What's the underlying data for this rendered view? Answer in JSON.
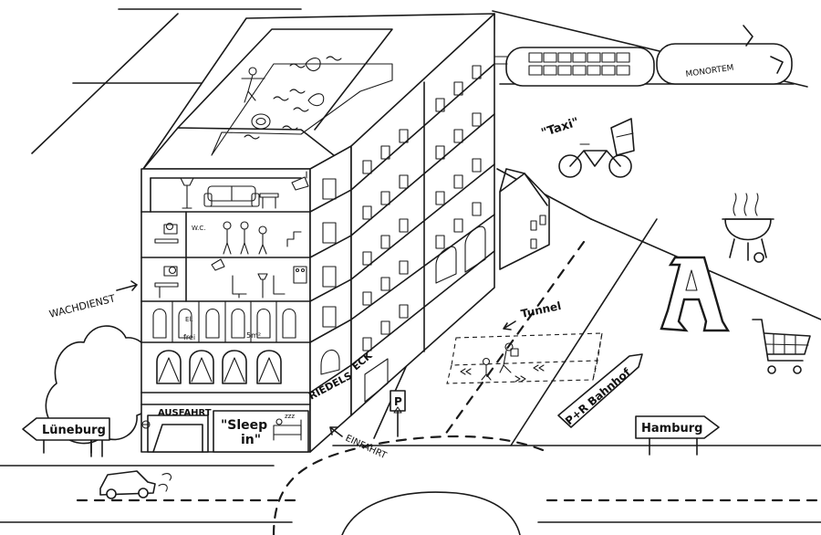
{
  "labels": {
    "wachdienst": "WACHDIENST",
    "lueneburg": "Lüneburg",
    "hamburg": "Hamburg",
    "ausfahrt": "AUSFAHRT",
    "einfahrt": "EINFAHRT",
    "sleep_line1": "\"Sleep",
    "sleep_line2": "in\"",
    "riedels": "RIEDELS",
    "eck": "ECK",
    "tunnel": "Tunnel",
    "taxi": "\"Taxi\"",
    "monortem": "MONORTEM",
    "pr_bahnhof": "P+R Bahnhof",
    "wc": "W.C.",
    "frei_line1": "El.",
    "frei_line2": "frei",
    "area": "5m²",
    "zzz": "zzz",
    "parking_letter": "P",
    "pharmacy_letter": "A"
  },
  "icons": [
    "building",
    "roof-pool",
    "tree",
    "car",
    "monorail-train",
    "tandem-bicycle",
    "barbecue-grill",
    "pharmacy-sign",
    "shopping-cart",
    "parking-sign",
    "road-tunnel",
    "small-house",
    "sofa",
    "bed",
    "security-camera"
  ]
}
